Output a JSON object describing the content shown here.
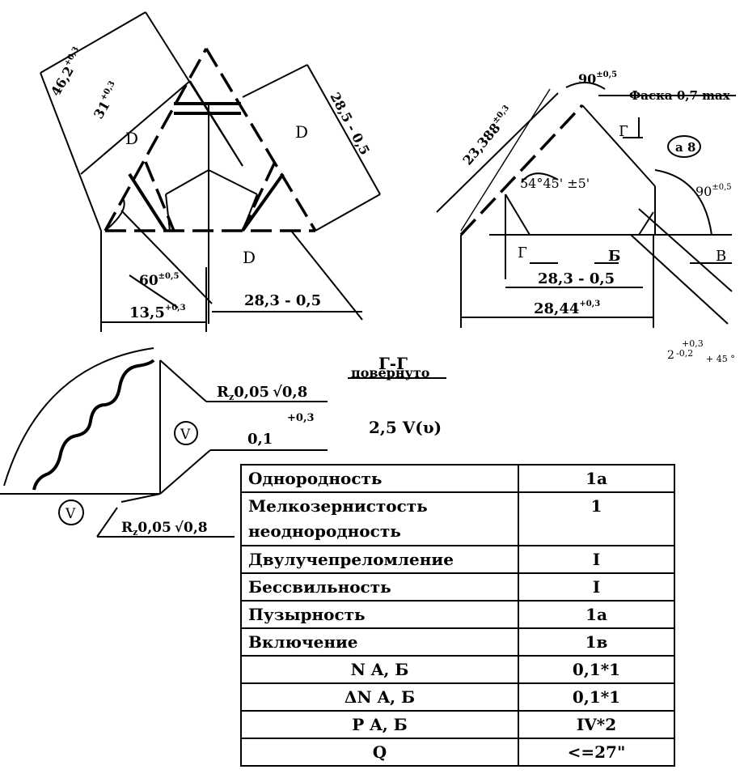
{
  "left_view": {
    "dim_overall_side": "46,2",
    "dim_overall_side_tol": "+0,3",
    "dim_inner_side": "31",
    "dim_inner_side_tol": "+0,3",
    "dim_right_side": "28,5 - 0,5",
    "label_d": "D",
    "angle_60": "60",
    "angle_60_tol": "±0,5",
    "dim_bottom_left": "13,5",
    "dim_bottom_left_tol": "+0,3",
    "dim_bottom_right": "28,3 - 0,5"
  },
  "right_view": {
    "angle_top": "90",
    "angle_top_tol": "±0,5",
    "chamfer": "Фаска 0,7 max",
    "section_mark": "Г",
    "dim_slant": "23,388",
    "dim_slant_tol": "±0,3",
    "circle_label": "a 8",
    "angle_apex": "54°45' ±5'",
    "angle_right": "90",
    "angle_right_tol": "±0,5",
    "label_b": "Б",
    "label_v": "В",
    "dim_inner": "28,3 - 0,5",
    "dim_outer": "28,44",
    "dim_outer_tol": "+0,3",
    "tol_plus": "+0,3",
    "tol_base": "2",
    "tol_minus": "-0,2",
    "tol_angle": "+ 45 °"
  },
  "section": {
    "title": "Г-Г",
    "subtitle": "повернуто",
    "roughness_top": "R",
    "roughness_top_sub": "z",
    "roughness_top_value": "0,05",
    "roughness_top_v": "0,8",
    "roughness_tol": "+0,3",
    "symbol_v": "V",
    "value_01": "0,1",
    "quality": "2,5 V(υ)",
    "roughness_bottom": "R",
    "roughness_bottom_sub": "z",
    "roughness_bottom_value": "0,05",
    "roughness_bottom_v": "0,8"
  },
  "properties_table": {
    "rows": [
      {
        "name": "Однородность",
        "value": "1a"
      },
      {
        "name": "Мелкозернистость неоднородность",
        "value": "1"
      },
      {
        "name": "Двулучепреломление",
        "value": "I"
      },
      {
        "name": "Бессвильность",
        "value": "I"
      },
      {
        "name": "Пузырность",
        "value": "1a"
      },
      {
        "name": "Включение",
        "value": "1в"
      },
      {
        "name": "N  A, Б",
        "value": "0,1*1"
      },
      {
        "name": "ΔN  A, Б",
        "value": "0,1*1"
      },
      {
        "name": "P  A, Б",
        "value": "IV*2"
      },
      {
        "name": "Q",
        "value": "<=27\""
      }
    ]
  }
}
